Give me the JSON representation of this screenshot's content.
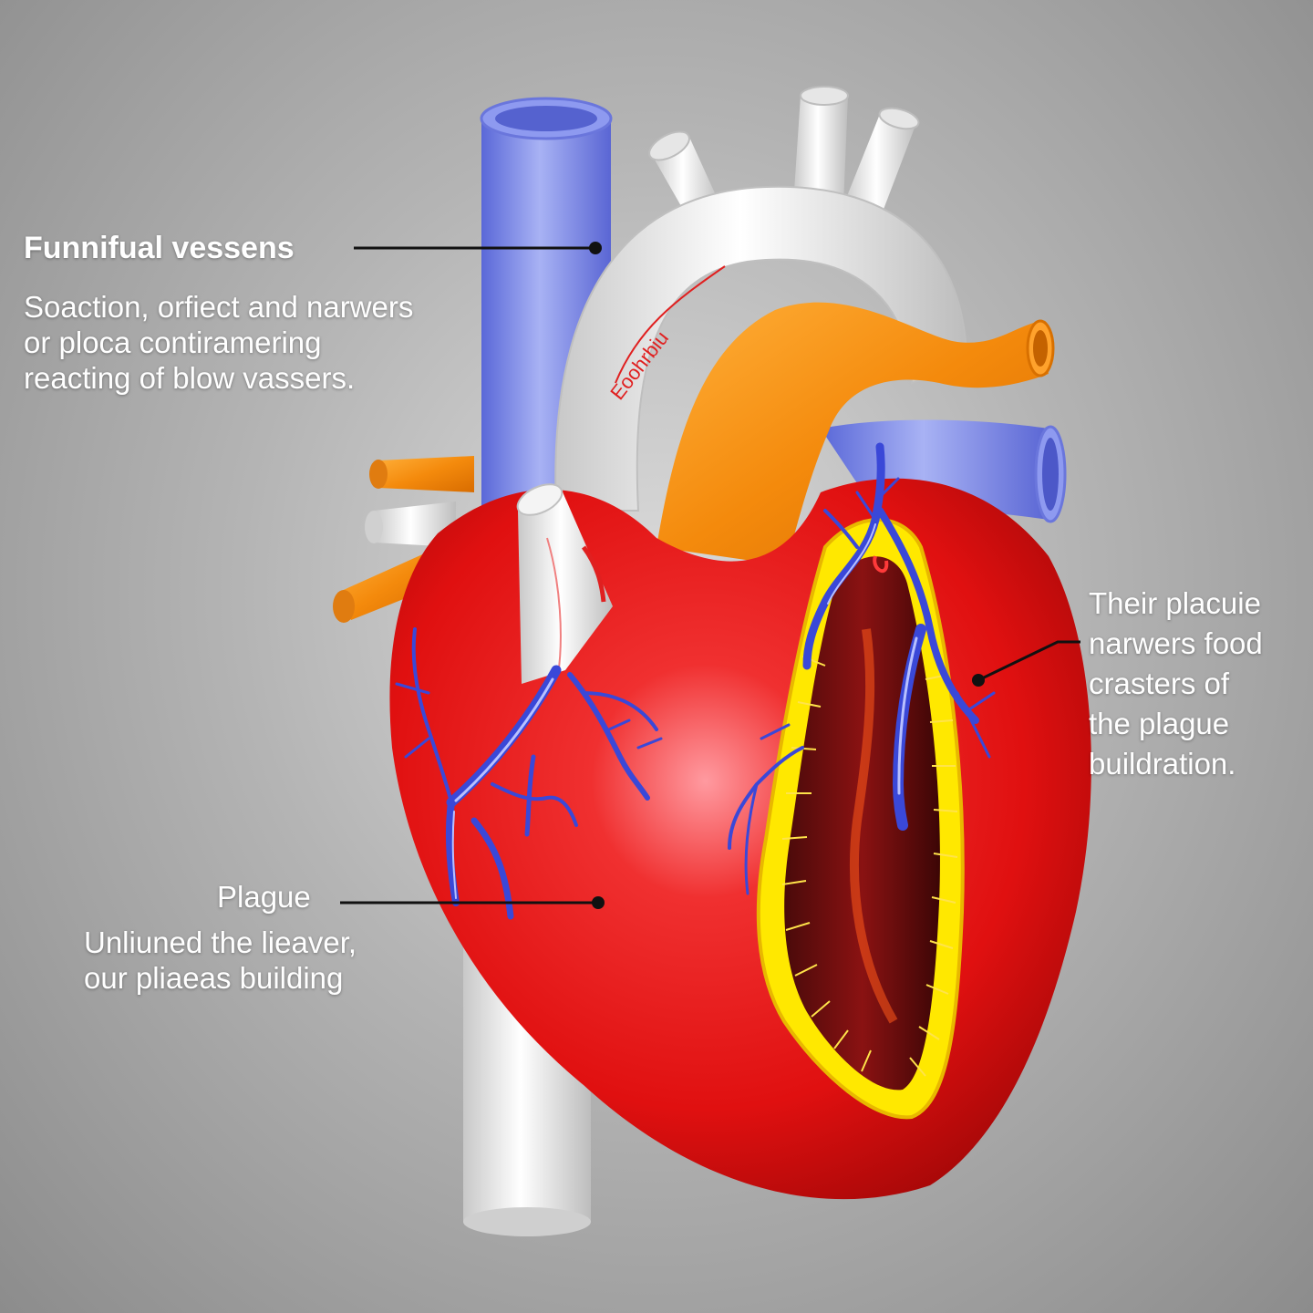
{
  "labels": {
    "top": {
      "title": "Funnifual vessens",
      "lines": [
        "Soaction, orfiect and narwers",
        "or ploca contiramering",
        "reacting of blow vassers."
      ]
    },
    "right": {
      "lines": [
        "Their placuie",
        "narwers food",
        "crasters of",
        "the plague",
        "buildration."
      ]
    },
    "bottom": {
      "title": "Plague",
      "lines": [
        "Unliuned the lieaver,",
        "our pliaeas building"
      ]
    },
    "aorta_text": "Eoohrbiu"
  },
  "colors": {
    "heart": "#e01010",
    "vein_blue": "#6a78e0",
    "artery_orange": "#f08a10",
    "plaque_yellow": "#ffe800",
    "aorta_white": "#eeeeee"
  }
}
